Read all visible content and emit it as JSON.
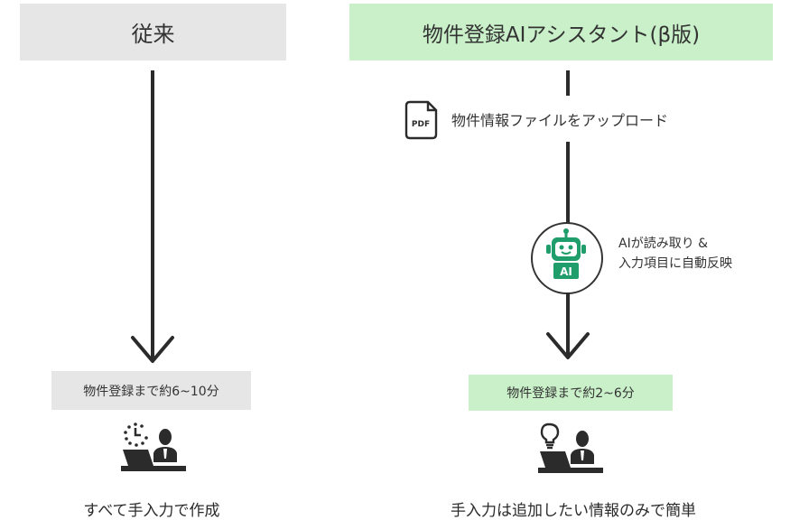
{
  "left": {
    "header": "従来",
    "time_label": "物件登録まで約6~10分",
    "caption": "すべて手入力で作成"
  },
  "right": {
    "header": "物件登録AIアシスタント(β版)",
    "upload_step": "物件情報ファイルをアップロード",
    "pdf_icon_label": "PDF",
    "ai_step_line1": "AIが読み取り &",
    "ai_step_line2": "入力項目に自動反映",
    "ai_badge": "AI",
    "time_label": "物件登録まで約2~6分",
    "caption": "手入力は追加したい情報のみで簡単"
  },
  "colors": {
    "gray_box": "#e6e6e6",
    "green_box": "#c9f0c9",
    "robot_green": "#1f9d6b",
    "line": "#2b2b2b"
  }
}
